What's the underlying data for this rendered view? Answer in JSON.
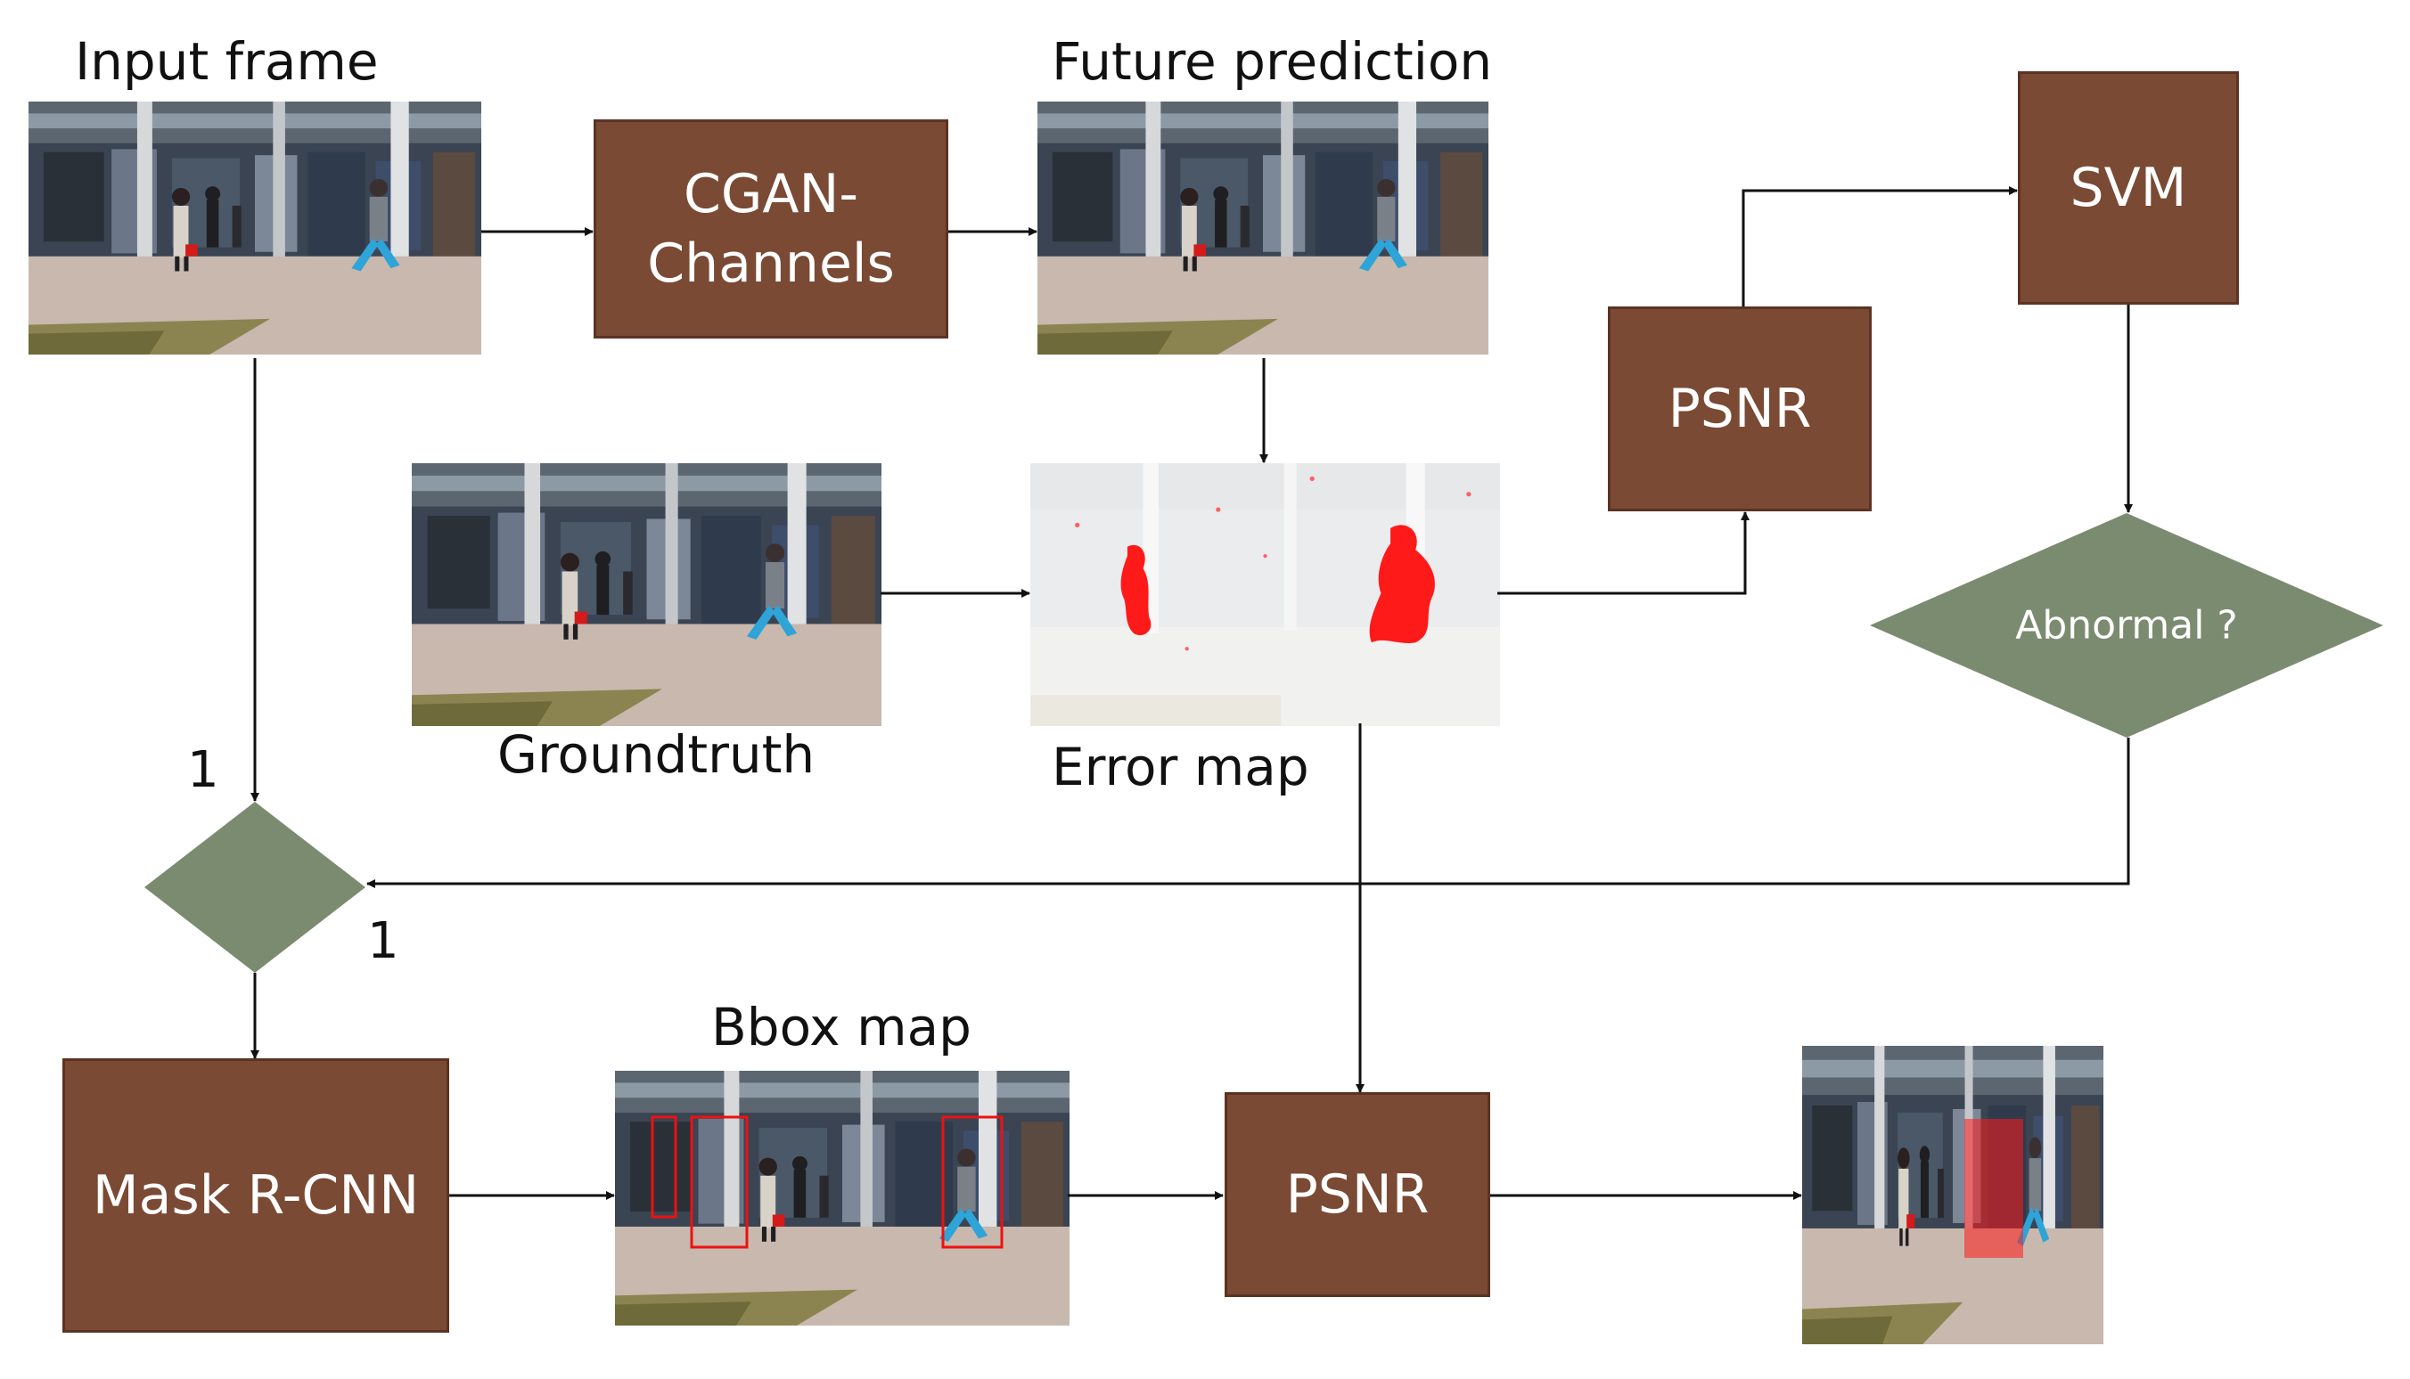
{
  "captions": {
    "input_frame": "Input frame",
    "future_prediction": "Future prediction",
    "groundtruth": "Groundtruth",
    "error_map": "Error map",
    "bbox_map": "Bbox map"
  },
  "blocks": {
    "cgan": "CGAN-\nChannels",
    "psnr_top": "PSNR",
    "svm": "SVM",
    "mask_rcnn": "Mask R-CNN",
    "psnr_bottom": "PSNR"
  },
  "decision": {
    "abnormal": "Abnormal ?"
  },
  "branch_labels": {
    "top": "1",
    "right": "1"
  },
  "colors": {
    "block": "#7a4a34",
    "decision": "#7b8b6f",
    "arrow": "#111111",
    "error_overlay": "#ff1a1a"
  }
}
